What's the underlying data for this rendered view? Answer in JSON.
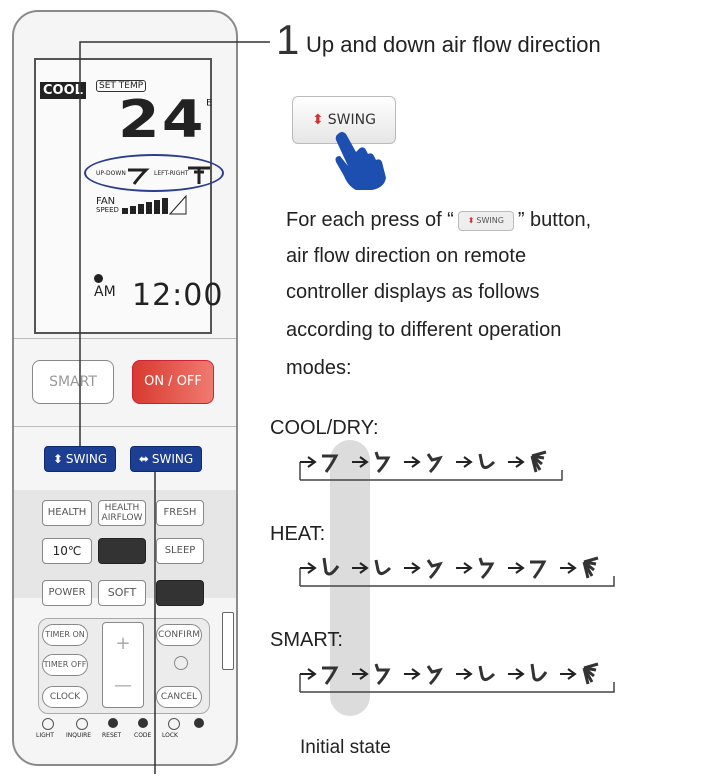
{
  "remote": {
    "lcd": {
      "mode": "COOL",
      "set_temp_label": "SET TEMP",
      "temp_value": "24",
      "up_down_label": "UP-DOWN",
      "left_right_label": "LEFT-RIGHT",
      "fan_label": "FAN",
      "speed_label": "SPEED",
      "am_label": "AM",
      "clock_value": "12:00"
    },
    "buttons": {
      "smart": "SMART",
      "on_off": "ON / OFF",
      "swing_updown": "SWING",
      "swing_leftright": "SWING",
      "health": "HEALTH",
      "health_airflow": "HEALTH AIRFLOW",
      "fresh": "FRESH",
      "ten_c": "10℃",
      "sleep": "SLEEP",
      "power": "POWER",
      "soft": "SOFT",
      "timer_on": "TIMER ON",
      "timer_off": "TIMER OFF",
      "clock": "CLOCK",
      "confirm": "CONFIRM",
      "cancel": "CANCEL",
      "plus": "+",
      "minus": "—"
    },
    "bottom_labels": [
      "LIGHT",
      "INQUIRE",
      "RESET",
      "CODE",
      "LOCK"
    ]
  },
  "callout": {
    "number": "1",
    "title": "Up and down air flow direction",
    "button_label": "SWING"
  },
  "description": {
    "line1_pre": "For each press of “",
    "inline_button": "SWING",
    "line1_post": "” button,",
    "line2": "air flow direction on remote",
    "line3": "controller displays as follows",
    "line4": "according to different operation",
    "line5": "modes:"
  },
  "modes": [
    {
      "label": "COOL/DRY:"
    },
    {
      "label": "HEAT:"
    },
    {
      "label": "SMART:"
    }
  ],
  "initial_state_label": "Initial state",
  "colors": {
    "swing_blue": "#1c3f94",
    "on_off_red": "#e8483a"
  }
}
